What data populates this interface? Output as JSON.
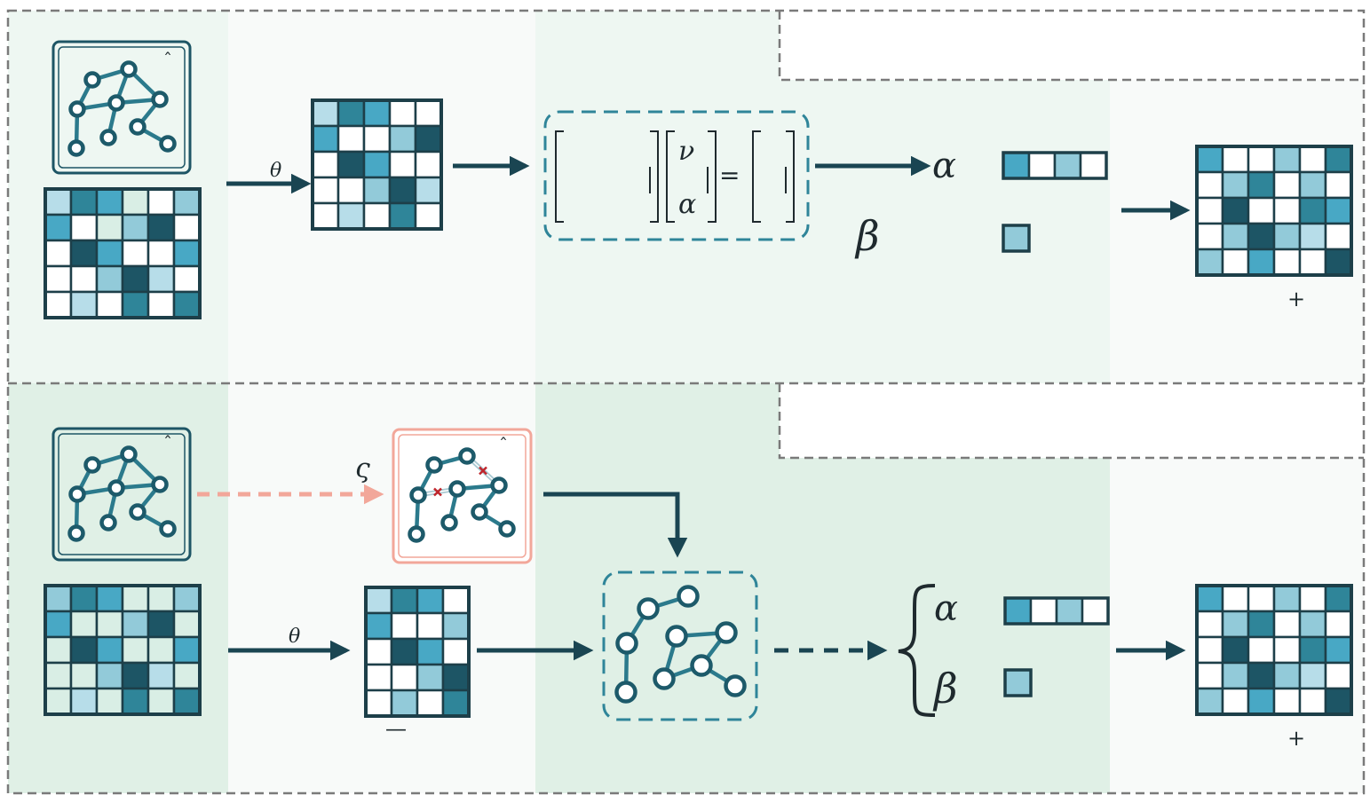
{
  "colors": {
    "dark": "#1d5565",
    "mid": "#2f8599",
    "bright": "#48a8c5",
    "light": "#92cad9",
    "pale": "#b7dde9",
    "palegreen": "#d9eee5",
    "white": "#ffffff",
    "arrow": "#1a4552",
    "graph": "#2b7a8c",
    "salmon": "#f2a79a",
    "cross": "#c0262c",
    "bg_green_top": "#eef7f2",
    "bg_green_bottom": "#e0f0e6",
    "bg_gray": "#f8faf9"
  },
  "top_panel": {
    "hat": "ˆ",
    "theta": "θ",
    "nu": "ν",
    "alpha_vec": "α",
    "equals": "=",
    "alpha": "α",
    "beta": "β",
    "plus": "+",
    "grid_a": [
      [
        "pale",
        "mid",
        "bright",
        "palegreen",
        "white",
        "light"
      ],
      [
        "bright",
        "white",
        "palegreen",
        "light",
        "dark",
        "white"
      ],
      [
        "white",
        "dark",
        "bright",
        "white",
        "white",
        "bright"
      ],
      [
        "white",
        "white",
        "light",
        "dark",
        "pale",
        "white"
      ],
      [
        "white",
        "pale",
        "white",
        "mid",
        "white",
        "mid"
      ]
    ],
    "grid_b": [
      [
        "pale",
        "mid",
        "bright",
        "white",
        "white"
      ],
      [
        "bright",
        "white",
        "white",
        "light",
        "dark"
      ],
      [
        "white",
        "dark",
        "bright",
        "white",
        "white"
      ],
      [
        "white",
        "white",
        "light",
        "dark",
        "pale"
      ],
      [
        "white",
        "pale",
        "white",
        "mid",
        "white"
      ]
    ],
    "alpha_cells": [
      "bright",
      "white",
      "light",
      "white"
    ],
    "beta_cells": [
      "light"
    ],
    "grid_out": [
      [
        "bright",
        "white",
        "white",
        "light",
        "white",
        "mid"
      ],
      [
        "white",
        "light",
        "mid",
        "white",
        "light",
        "white"
      ],
      [
        "white",
        "dark",
        "white",
        "white",
        "mid",
        "bright"
      ],
      [
        "white",
        "light",
        "dark",
        "light",
        "pale",
        "white"
      ],
      [
        "light",
        "white",
        "bright",
        "white",
        "white",
        "dark"
      ]
    ]
  },
  "bottom_panel": {
    "hat": "ˆ",
    "hat2": "ˆ",
    "varsigma": "ς",
    "theta": "θ",
    "bar": "—",
    "alpha": "α",
    "beta": "β",
    "plus": "+",
    "grid_a": [
      [
        "light",
        "mid",
        "bright",
        "palegreen",
        "palegreen",
        "light"
      ],
      [
        "bright",
        "palegreen",
        "palegreen",
        "light",
        "dark",
        "palegreen"
      ],
      [
        "palegreen",
        "dark",
        "bright",
        "palegreen",
        "palegreen",
        "bright"
      ],
      [
        "palegreen",
        "palegreen",
        "light",
        "dark",
        "pale",
        "palegreen"
      ],
      [
        "palegreen",
        "pale",
        "palegreen",
        "mid",
        "palegreen",
        "mid"
      ]
    ],
    "grid_b": [
      [
        "pale",
        "mid",
        "bright",
        "white"
      ],
      [
        "bright",
        "white",
        "white",
        "light"
      ],
      [
        "white",
        "dark",
        "bright",
        "white"
      ],
      [
        "white",
        "white",
        "light",
        "dark"
      ],
      [
        "white",
        "light",
        "white",
        "mid"
      ]
    ],
    "alpha_cells": [
      "bright",
      "white",
      "light",
      "white"
    ],
    "beta_cells": [
      "light"
    ],
    "grid_out": [
      [
        "bright",
        "white",
        "white",
        "light",
        "white",
        "mid"
      ],
      [
        "white",
        "light",
        "mid",
        "white",
        "light",
        "white"
      ],
      [
        "white",
        "dark",
        "white",
        "white",
        "mid",
        "bright"
      ],
      [
        "white",
        "light",
        "dark",
        "light",
        "pale",
        "white"
      ],
      [
        "light",
        "white",
        "bright",
        "white",
        "white",
        "dark"
      ]
    ]
  }
}
